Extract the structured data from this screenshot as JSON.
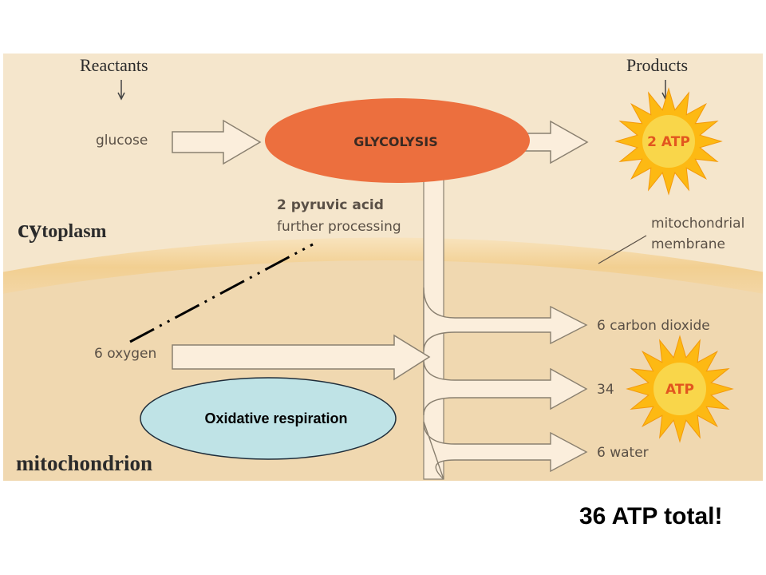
{
  "labels": {
    "reactants": "Reactants",
    "products": "Products",
    "glucose": "glucose",
    "glycolysis": "GLYCOLYSIS",
    "atp_glycolysis": "2 ATP",
    "pyruvic_line1": "2 pyruvic acid",
    "pyruvic_line2": "further processing",
    "cytoplasm_cy": "cy",
    "cytoplasm_rest": "toplasm",
    "membrane_line1": "mitochondrial",
    "membrane_line2": "membrane",
    "oxygen": "6 oxygen",
    "carbon_dioxide": "6 carbon dioxide",
    "count_34": "34",
    "atp_respiration": "ATP",
    "water": "6 water",
    "mitochondrion": "mitochondrion",
    "oxidative_respiration": "Oxidative respiration",
    "total": "36 ATP total!"
  },
  "colors": {
    "cytoplasm_bg": "#f5e6cc",
    "membrane": "#f2cf91",
    "mitochondrion_bg": "#f0d8b0",
    "glycolysis_fill": "#ec6f3e",
    "arrow_fill": "#fbeedc",
    "arrow_stroke": "#8a8070",
    "sun_fill": "#fdb913",
    "oval_fill": "#bfe3e6",
    "text_label": "#5a5046"
  },
  "icons": {
    "atp_burst": "sun-burst-icon",
    "arrow": "arrow-icon"
  }
}
